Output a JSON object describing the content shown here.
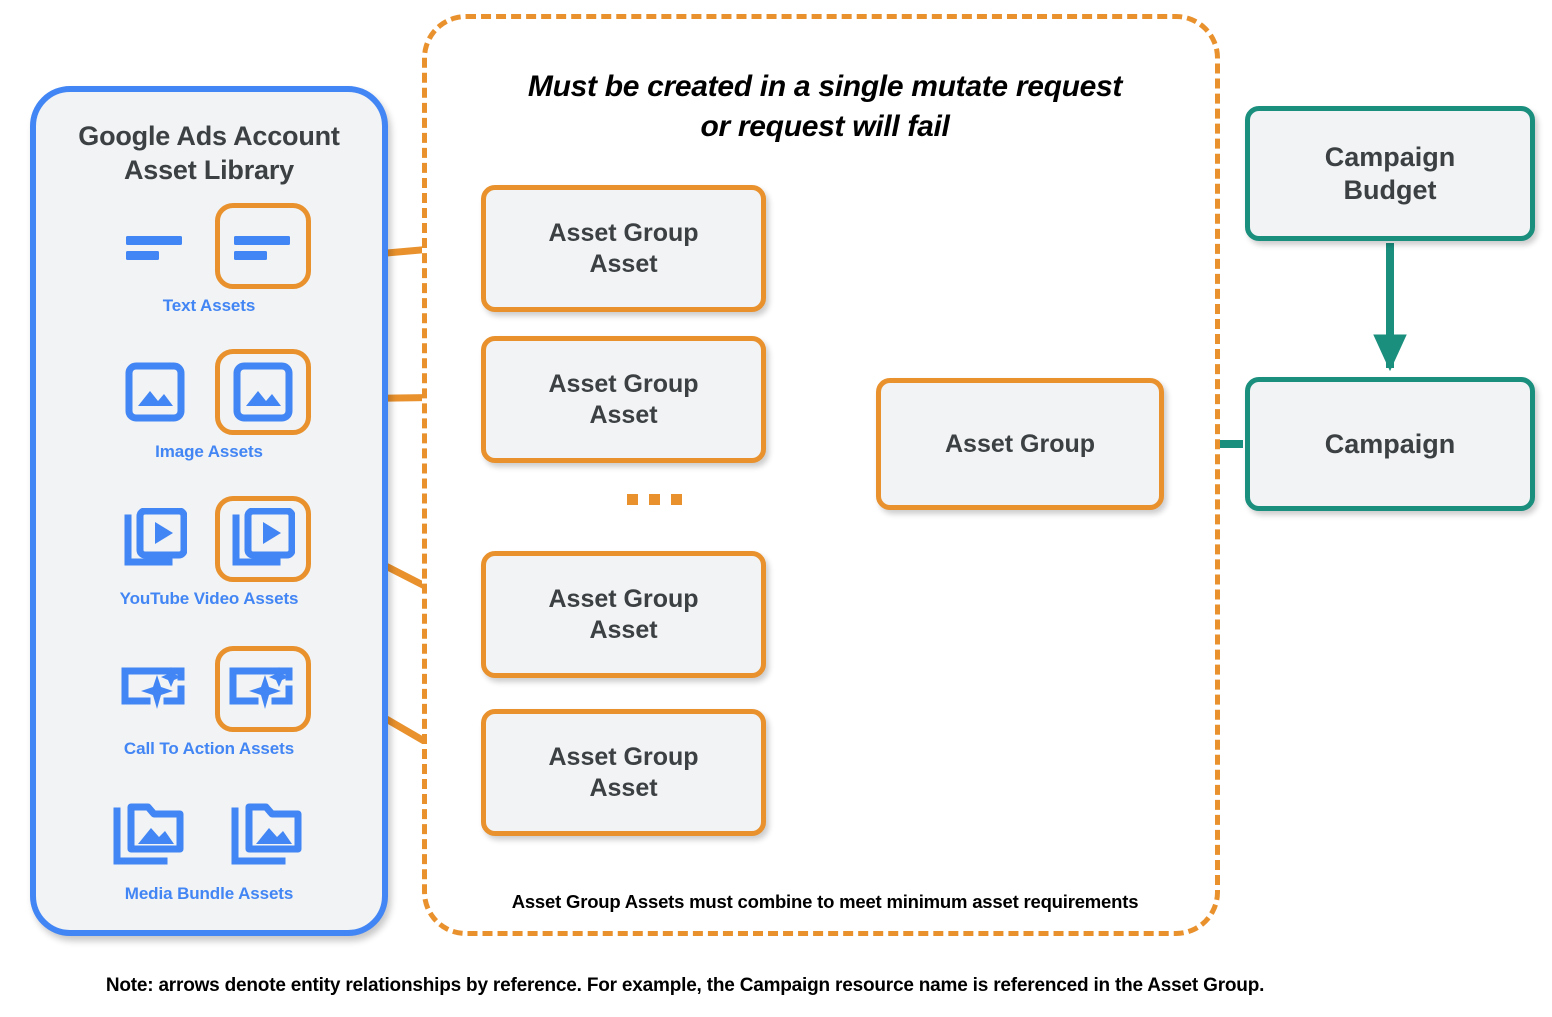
{
  "colors": {
    "blue": "#4285f4",
    "orange": "#e8912d",
    "teal": "#1a8f7e",
    "node_fill": "#f1f3f4",
    "text_dark": "#3c4043",
    "black": "#000000"
  },
  "asset_library": {
    "title": "Google Ads Account\nAsset Library",
    "title_line1": "Google Ads Account",
    "title_line2": "Asset Library",
    "rows": [
      {
        "caption": "Text Assets",
        "icon": "text-lines-icon",
        "highlighted": true
      },
      {
        "caption": "Image Assets",
        "icon": "image-picture-icon",
        "highlighted": true
      },
      {
        "caption": "YouTube Video  Assets",
        "icon": "video-play-stack-icon",
        "highlighted": true
      },
      {
        "caption": "Call To Action Assets",
        "icon": "call-to-action-sparkle-icon",
        "highlighted": true
      },
      {
        "caption": "Media Bundle  Assets",
        "icon": "media-bundle-folder-icon",
        "highlighted": false
      }
    ]
  },
  "mutate_container": {
    "title_line1": "Must be created in a single mutate request",
    "title_line2": "or request will fail",
    "footnote": "Asset Group Assets must combine to meet minimum asset requirements",
    "asset_group_assets": [
      {
        "label_line1": "Asset Group",
        "label_line2": "Asset"
      },
      {
        "label_line1": "Asset Group",
        "label_line2": "Asset"
      },
      {
        "label_line1": "Asset Group",
        "label_line2": "Asset"
      },
      {
        "label_line1": "Asset Group",
        "label_line2": "Asset"
      }
    ],
    "ellipsis": "..."
  },
  "nodes": {
    "asset_group": "Asset Group",
    "campaign_budget_line1": "Campaign",
    "campaign_budget_line2": "Budget",
    "campaign": "Campaign"
  },
  "bottom_note": "Note: arrows denote entity relationships by reference. For example, the Campaign resource name is referenced in the Asset Group."
}
